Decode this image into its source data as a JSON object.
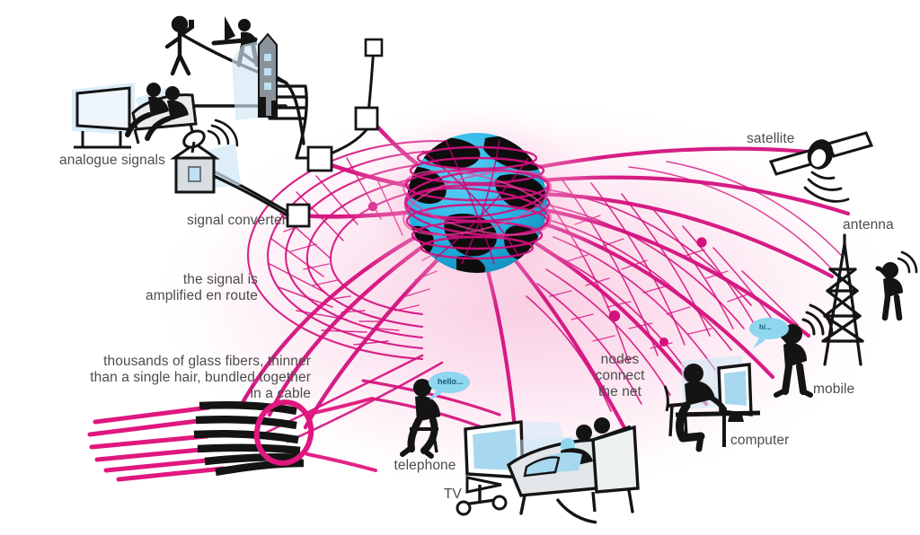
{
  "figure": {
    "kind": "telecommunications-network-infographic",
    "background_color": "#ffffff",
    "accent_magenta": "#d4117f",
    "accent_pink_glow": "#fbe4ef",
    "globe_land_color": "#101010",
    "globe_ocean_color": "#29b6e8",
    "device_glow_color": "#cfe7f5",
    "label_color": "#4c4c4c",
    "line_black": "#141414"
  },
  "labels": {
    "analogue_signals": "analogue signals",
    "signal_converter": "signal converter",
    "amplified_line1": "the signal is",
    "amplified_line2": "amplified en route",
    "fiber_line1": "thousands of glass fibers, thinner",
    "fiber_line2": "than a single hair, bundled together",
    "fiber_line3": "in a cable",
    "telephone": "telephone",
    "tv": "TV",
    "nodes_line1": "nodes",
    "nodes_line2": "connect",
    "nodes_line3": "the net",
    "computer": "computer",
    "mobile": "mobile",
    "antenna": "antenna",
    "satellite": "satellite"
  },
  "bubbles": {
    "telephone_text": "hello...",
    "mobile_text": "hi..."
  },
  "icons": {
    "globe": "globe-icon",
    "satellite": "satellite-icon",
    "antenna_tower": "antenna-tower-icon",
    "mobile_person": "person-mobile-icon",
    "computer_person": "person-computer-icon",
    "telephone_person": "person-telephone-icon",
    "tv": "tv-icon",
    "sofa_family": "sofa-family-icon",
    "exchange_building": "exchange-building-icon",
    "satellite_dish_house": "satellite-dish-house-icon",
    "fiber_bundle": "fiber-optic-bundle-icon",
    "converter_box": "converter-box-icon"
  }
}
